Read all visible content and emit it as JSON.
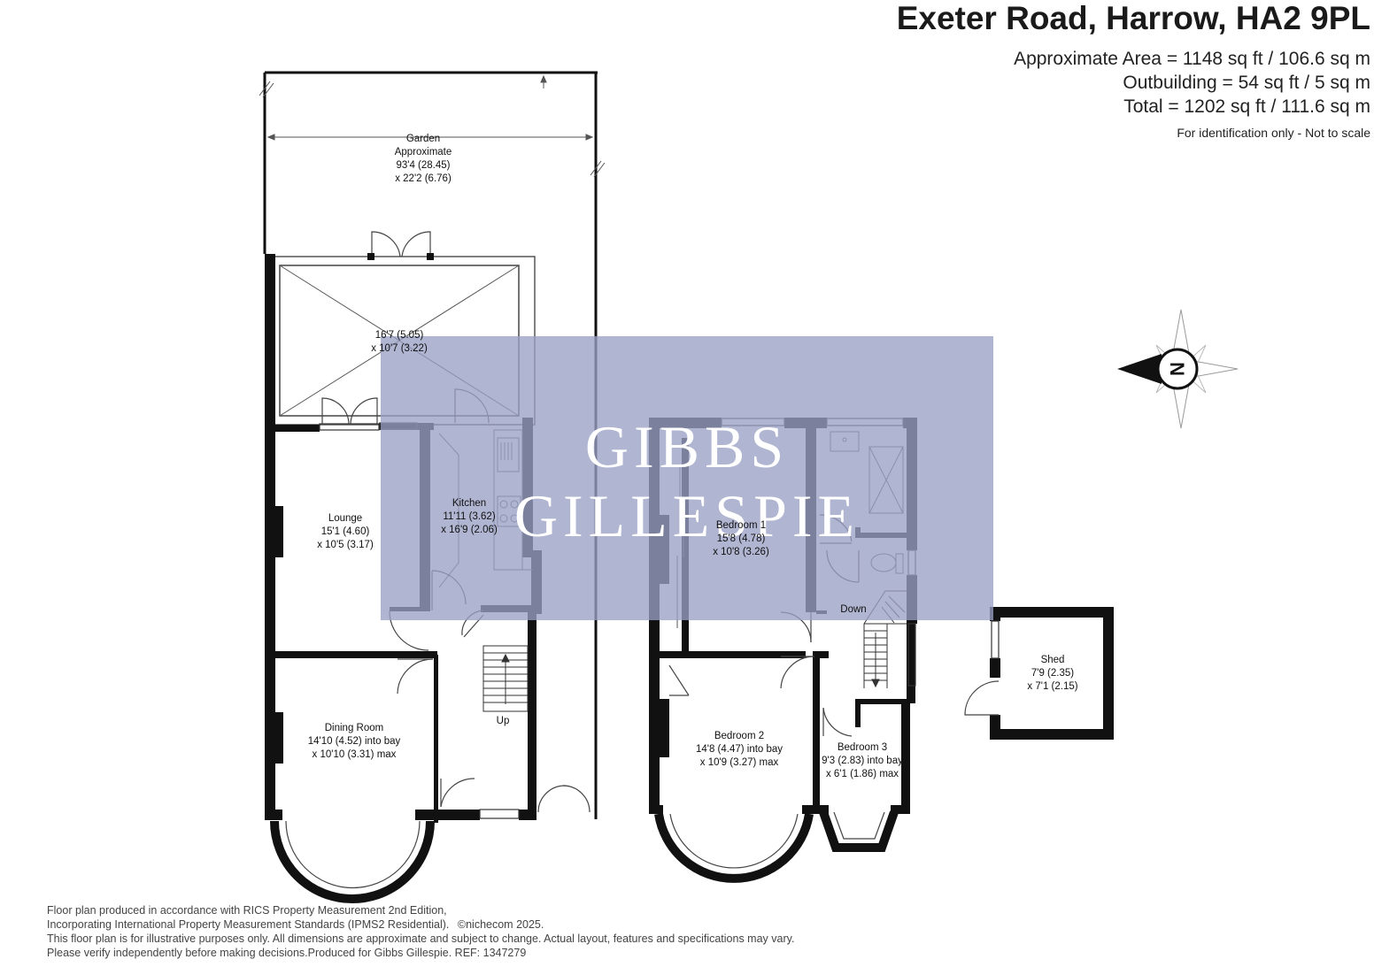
{
  "header": {
    "title": "Exeter Road, Harrow, HA2 9PL",
    "area": "Approximate Area = 1148 sq ft / 106.6 sq m",
    "outbuilding": "Outbuilding = 54 sq ft / 5 sq m",
    "total": "Total = 1202 sq ft / 111.6 sq m",
    "note": "For identification only - Not to scale"
  },
  "rooms": {
    "garden": {
      "name": "Garden",
      "line2": "Approximate",
      "line3": "93'4 (28.45)",
      "line4": "x 22'2 (6.76)"
    },
    "conservatory": {
      "line1": "16'7 (5.05)",
      "line2": "x 10'7 (3.22)"
    },
    "lounge": {
      "name": "Lounge",
      "line2": "15'1 (4.60)",
      "line3": "x 10'5 (3.17)"
    },
    "kitchen": {
      "name": "Kitchen",
      "line2": "11'11 (3.62)",
      "line3": "x 16'9 (2.06)"
    },
    "dining": {
      "name": "Dining Room",
      "line2": "14'10 (4.52) into bay",
      "line3": "x 10'10 (3.31) max"
    },
    "bedroom1": {
      "name": "Bedroom 1",
      "line2": "15'8 (4.78)",
      "line3": "x 10'8 (3.26)"
    },
    "bedroom2": {
      "name": "Bedroom 2",
      "line2": "14'8 (4.47) into bay",
      "line3": "x 10'9 (3.27) max"
    },
    "bedroom3": {
      "name": "Bedroom 3",
      "line2": "9'3 (2.83) into bay",
      "line3": "x 6'1 (1.86) max"
    },
    "shed": {
      "name": "Shed",
      "line2": "7'9 (2.35)",
      "line3": "x 7'1 (2.15)"
    }
  },
  "stairs": {
    "up": "Up",
    "down": "Down"
  },
  "compass": {
    "letter": "N"
  },
  "watermark": {
    "line1": "GIBBS",
    "line2": "GILLESPIE"
  },
  "footer": {
    "line1": "Floor plan produced in accordance with RICS Property Measurement 2nd Edition,",
    "line2": "Incorporating International Property Measurement Standards (IPMS2 Residential).",
    "copyright": "©nichecom 2025.",
    "line3": "This floor plan is for illustrative purposes only. All dimensions are approximate and subject to change. Actual layout, features and specifications may vary.",
    "line4": "Please verify independently before making decisions.Produced for Gibbs Gillespie.   REF:  1347279"
  },
  "colors": {
    "wall": "#111111",
    "watermark": "#9aa0c4",
    "line": "#777777"
  }
}
